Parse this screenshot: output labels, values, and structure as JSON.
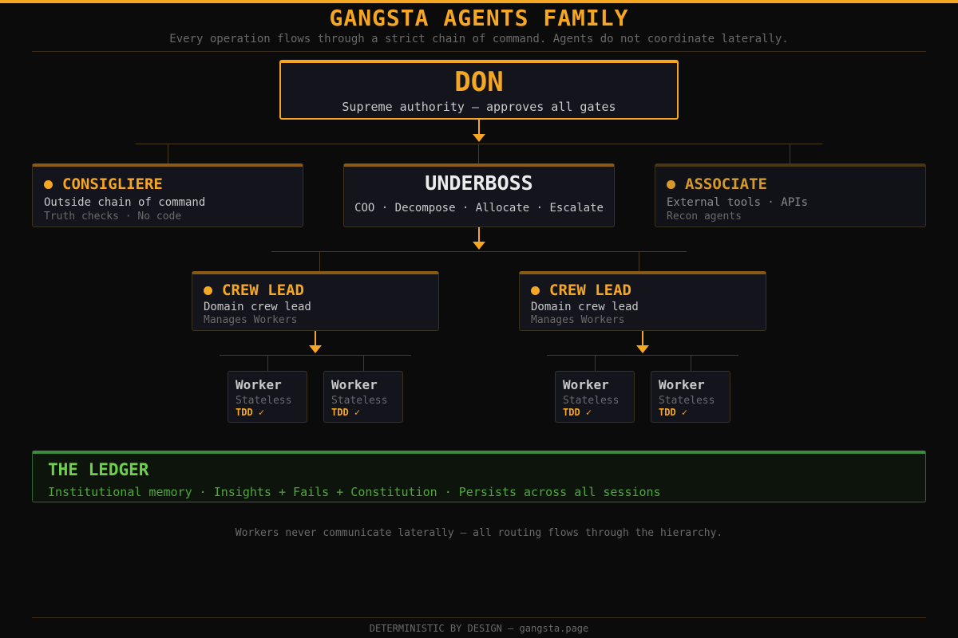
{
  "header": {
    "title": "GANGSTA AGENTS FAMILY",
    "subtitle": "Every operation flows through a strict chain of command. Agents do not coordinate laterally."
  },
  "don": {
    "title": "DON",
    "subtitle": "Supreme authority — approves all gates"
  },
  "consigliere": {
    "title": "CONSIGLIERE",
    "line1": "Outside chain of command",
    "line2": "Truth checks · No code"
  },
  "underboss": {
    "title": "UNDERBOSS",
    "subtitle": "COO · Decompose · Allocate · Escalate"
  },
  "associate": {
    "title": "ASSOCIATE",
    "line1": "External tools · APIs",
    "line2": "Recon agents"
  },
  "crew_leads": [
    {
      "title": "CREW LEAD",
      "line1": "Domain crew lead",
      "line2": "Manages Workers",
      "workers": [
        {
          "title": "Worker",
          "sub": "Stateless",
          "badge": "TDD ✓"
        },
        {
          "title": "Worker",
          "sub": "Stateless",
          "badge": "TDD ✓"
        }
      ]
    },
    {
      "title": "CREW LEAD",
      "line1": "Domain crew lead",
      "line2": "Manages Workers",
      "workers": [
        {
          "title": "Worker",
          "sub": "Stateless",
          "badge": "TDD ✓"
        },
        {
          "title": "Worker",
          "sub": "Stateless",
          "badge": "TDD ✓"
        }
      ]
    }
  ],
  "ledger": {
    "title": "THE LEDGER",
    "subtitle": "Institutional memory · Insights + Fails + Constitution · Persists across all sessions"
  },
  "note": "Workers never communicate laterally — all routing flows through the hierarchy.",
  "footer": "DETERMINISTIC BY DESIGN — gangsta.page",
  "colors": {
    "accent": "#f5a623",
    "background": "#0b0b0c",
    "ledger_green": "#6ecf4a"
  }
}
